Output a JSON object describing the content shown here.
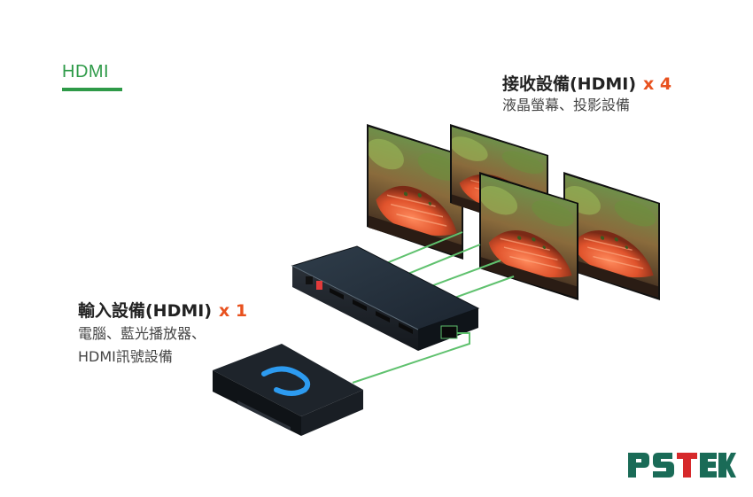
{
  "section": {
    "label": "HDMI"
  },
  "output": {
    "title": "接收設備(HDMI)",
    "quantity": "x 4",
    "desc_line1": "液晶螢幕、投影設備"
  },
  "input": {
    "title": "輸入設備(HDMI)",
    "quantity": "x 1",
    "desc_line1": "電腦、藍光播放器、",
    "desc_line2": "HDMI訊號設備"
  },
  "brand": {
    "logo_text": "PSTEK"
  },
  "colors": {
    "accent_green": "#2e9a48",
    "quantity_orange": "#e8511e",
    "cable_green": "#5fc16e",
    "logo_teal": "#1a6b57",
    "logo_red": "#d6292b"
  }
}
